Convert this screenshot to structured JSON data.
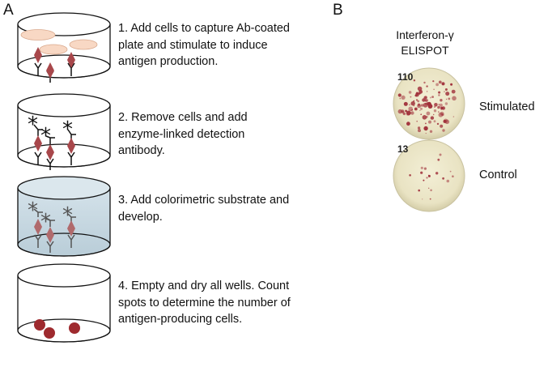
{
  "panel_a": {
    "letter": "A",
    "steps": [
      "1. Add cells to capture Ab-coated plate and stimulate to induce antigen production.",
      "2. Remove cells and add enzyme-linked detection antibody.",
      "3. Add colorimetric substrate and develop.",
      "4. Empty and dry all wells. Count spots to determine the number of antigen-producing cells."
    ]
  },
  "panel_b": {
    "letter": "B",
    "title_line1": "Interferon-γ",
    "title_line2": "ELISPOT",
    "wells": [
      {
        "count": "110",
        "label": "Stimulated"
      },
      {
        "count": "13",
        "label": "Control"
      }
    ]
  },
  "colors": {
    "diamond": "#a8474b",
    "spot": "#9e2a2e",
    "cell": "#f8d8c4",
    "substrate": "#c6d7e0",
    "plate": "#ece7c9"
  }
}
